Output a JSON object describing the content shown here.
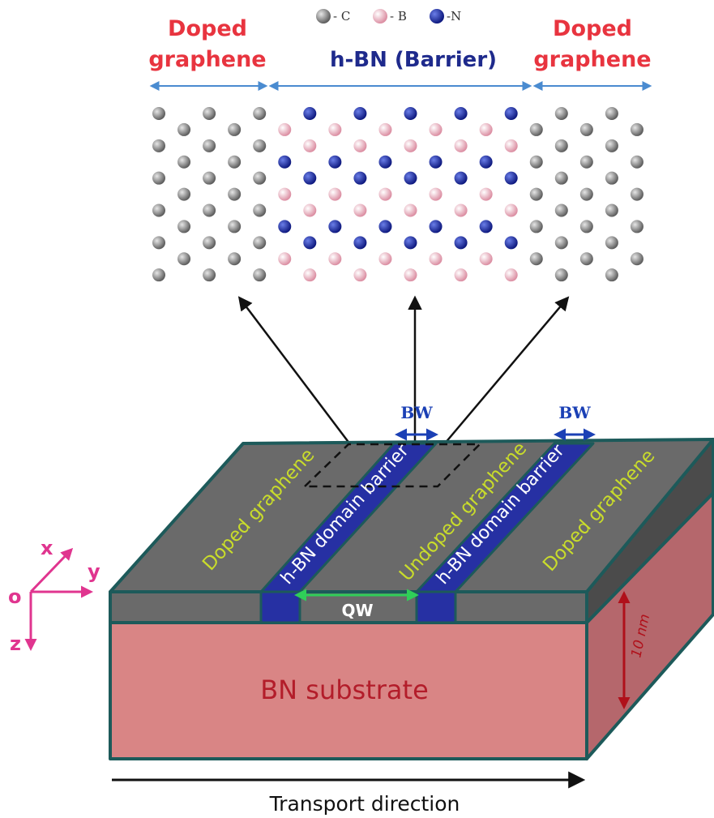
{
  "legend": {
    "c_label": "- C",
    "b_label": "- B",
    "n_label": "-N"
  },
  "top_labels": {
    "left_line1": "Doped",
    "left_line2": "graphene",
    "center": "h-BN (Barrier)",
    "right_line1": "Doped",
    "right_line2": "graphene"
  },
  "device": {
    "bw_left": "BW",
    "bw_right": "BW",
    "doped_left": "Doped graphene",
    "barrier_left": "h-BN domain barrier",
    "undoped": "Undoped graphene",
    "barrier_right": "h-BN domain barrier",
    "doped_right": "Doped graphene",
    "qw": "QW",
    "substrate": "BN substrate",
    "thickness": "10 nm",
    "transport": "Transport direction"
  },
  "axes": {
    "x": "x",
    "y": "y",
    "z": "z",
    "origin": "o"
  },
  "colors": {
    "carbon": "#8c8c8c",
    "boron": "#f2b8c6",
    "nitrogen": "#1c2fa8",
    "layer": "#6a6a6a",
    "substrate": "#d98585",
    "edge": "#1d5a5a",
    "barrier": "#2630a3"
  }
}
